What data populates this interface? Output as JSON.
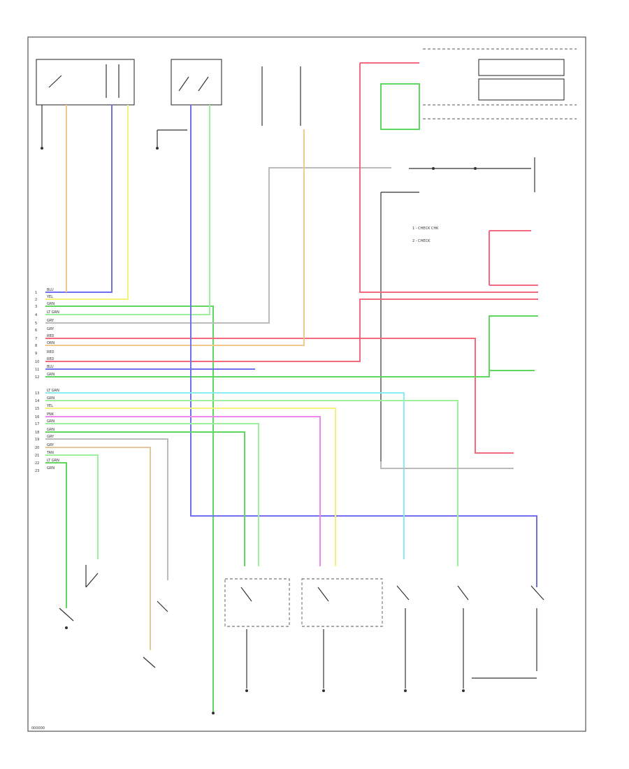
{
  "colors": {
    "blue": "#6f6ff0",
    "yellow": "#f4f27a",
    "green": "#5fd85f",
    "light_green": "#9ef09e",
    "orange": "#f1c98a",
    "red": "#f46a7c",
    "pink": "#ef86f0",
    "cyan": "#86eeee",
    "gray": "#bbbbbb",
    "tan": "#e6c79b",
    "dark": "#333333"
  },
  "wire_labels": {
    "left_bundle_top": [
      "BLU",
      "YEL",
      "GRN",
      "LT GRN",
      "GRY",
      "RED",
      "RED",
      "ORN",
      "GRY",
      "RED",
      "BLU",
      "GRN"
    ],
    "left_bundle_bottom": [
      "LT GRN",
      "GRN",
      "YEL",
      "PNK",
      "GRN",
      "GRN",
      "GRY",
      "GRY",
      "TAN",
      "LT GRN",
      "GRN"
    ],
    "pin_numbers_top": [
      "1",
      "2",
      "3",
      "4",
      "5",
      "6",
      "7",
      "8",
      "9",
      "10",
      "11",
      "12"
    ],
    "pin_numbers_bottom": [
      "13",
      "14",
      "15",
      "16",
      "17",
      "18",
      "19",
      "20",
      "21",
      "22",
      "23"
    ]
  },
  "notes": {
    "note1": "1 - CHECK CHK",
    "note2": "2 - CHECK"
  },
  "footer_code": "000000"
}
